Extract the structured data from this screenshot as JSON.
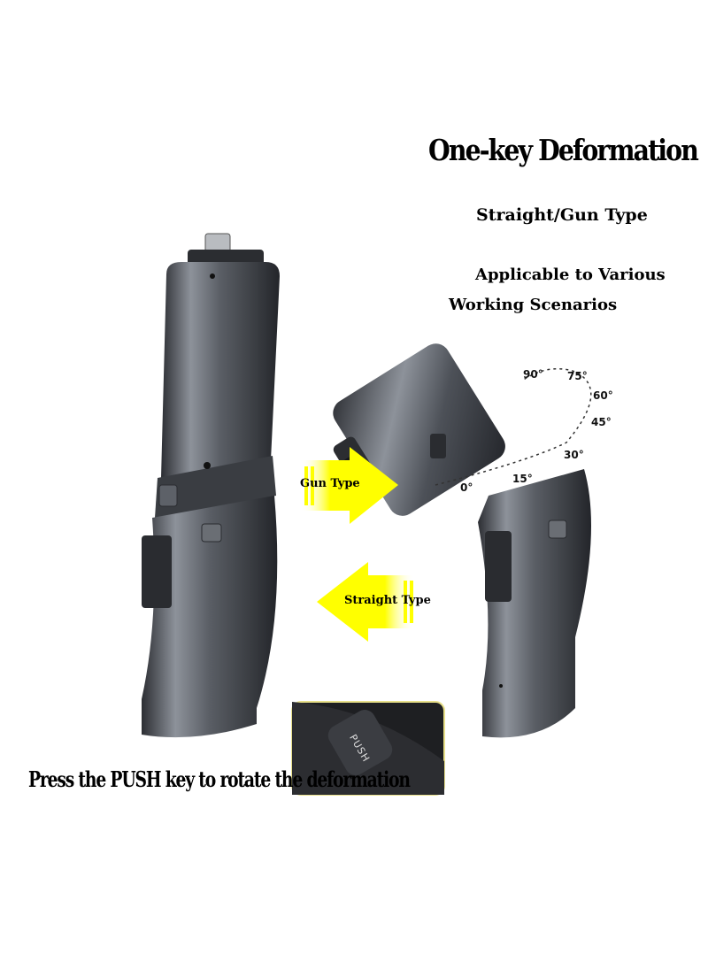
{
  "title": "One-key Deformation",
  "subtitle_type": "Straight/Gun Type",
  "subtitle_scenarios_line1": "Applicable to Various",
  "subtitle_scenarios_line2": "Working Scenarios",
  "arrow_gun_label": "Gun Type",
  "arrow_straight_label": "Straight Type",
  "caption": "Press the PUSH key to rotate the deformation",
  "inset_key_label": "PUSH",
  "angle_marks": [
    "90°",
    "75°",
    "60°",
    "45°",
    "30°",
    "15°",
    "0°"
  ],
  "colors": {
    "arrow_yellow": "#ffff00",
    "body_dark": "#3a3d42",
    "body_light": "#8a8f96",
    "inset_border": "#e8e08a"
  }
}
